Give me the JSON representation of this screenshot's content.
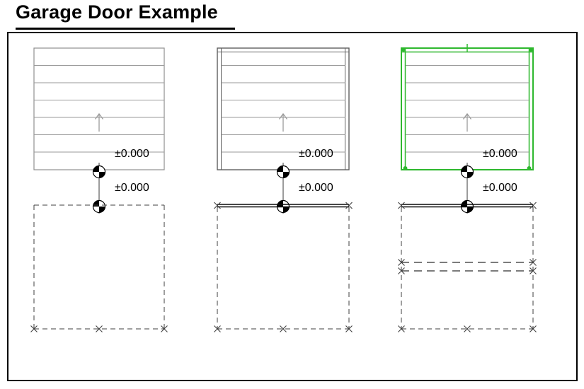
{
  "title": "Garage Door Example",
  "diagrams": [
    {
      "variant": "plain-elevation",
      "upper_level": "±0.000",
      "lower_level": "±0.000"
    },
    {
      "variant": "framed-elevation",
      "upper_level": "±0.000",
      "lower_level": "±0.000"
    },
    {
      "variant": "selected-elevation",
      "upper_level": "±0.000",
      "lower_level": "±0.000"
    }
  ],
  "colors": {
    "selection_green": "#2eb82e",
    "drawing_gray": "#8f8f8f",
    "dash_gray": "#3f3f3f",
    "ink": "#000000"
  }
}
